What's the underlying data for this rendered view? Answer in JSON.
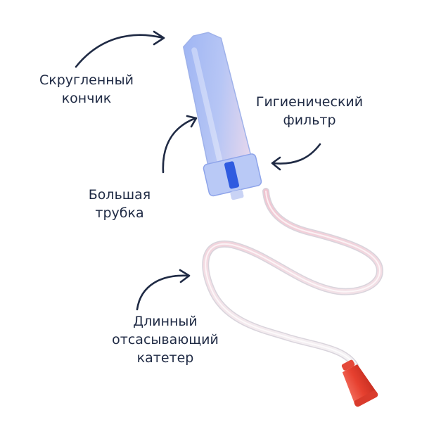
{
  "labels": {
    "tip": {
      "line1": "Скругленный",
      "line2": "кончик"
    },
    "filter": {
      "line1": "Гигиенический",
      "line2": "фильтр"
    },
    "tube": {
      "line1": "Большая",
      "line2": "трубка"
    },
    "catheter": {
      "line1": "Длинный",
      "line2": "отсасывающий",
      "line3": "катетер"
    }
  },
  "colors": {
    "text": "#1f2a44",
    "arrow": "#1f2a44",
    "tube_blue": "#8aa4ef",
    "filter_blue": "#2f5be0",
    "hose_pink": "#f2c9d4",
    "nozzle_red": "#ec4a3a"
  }
}
